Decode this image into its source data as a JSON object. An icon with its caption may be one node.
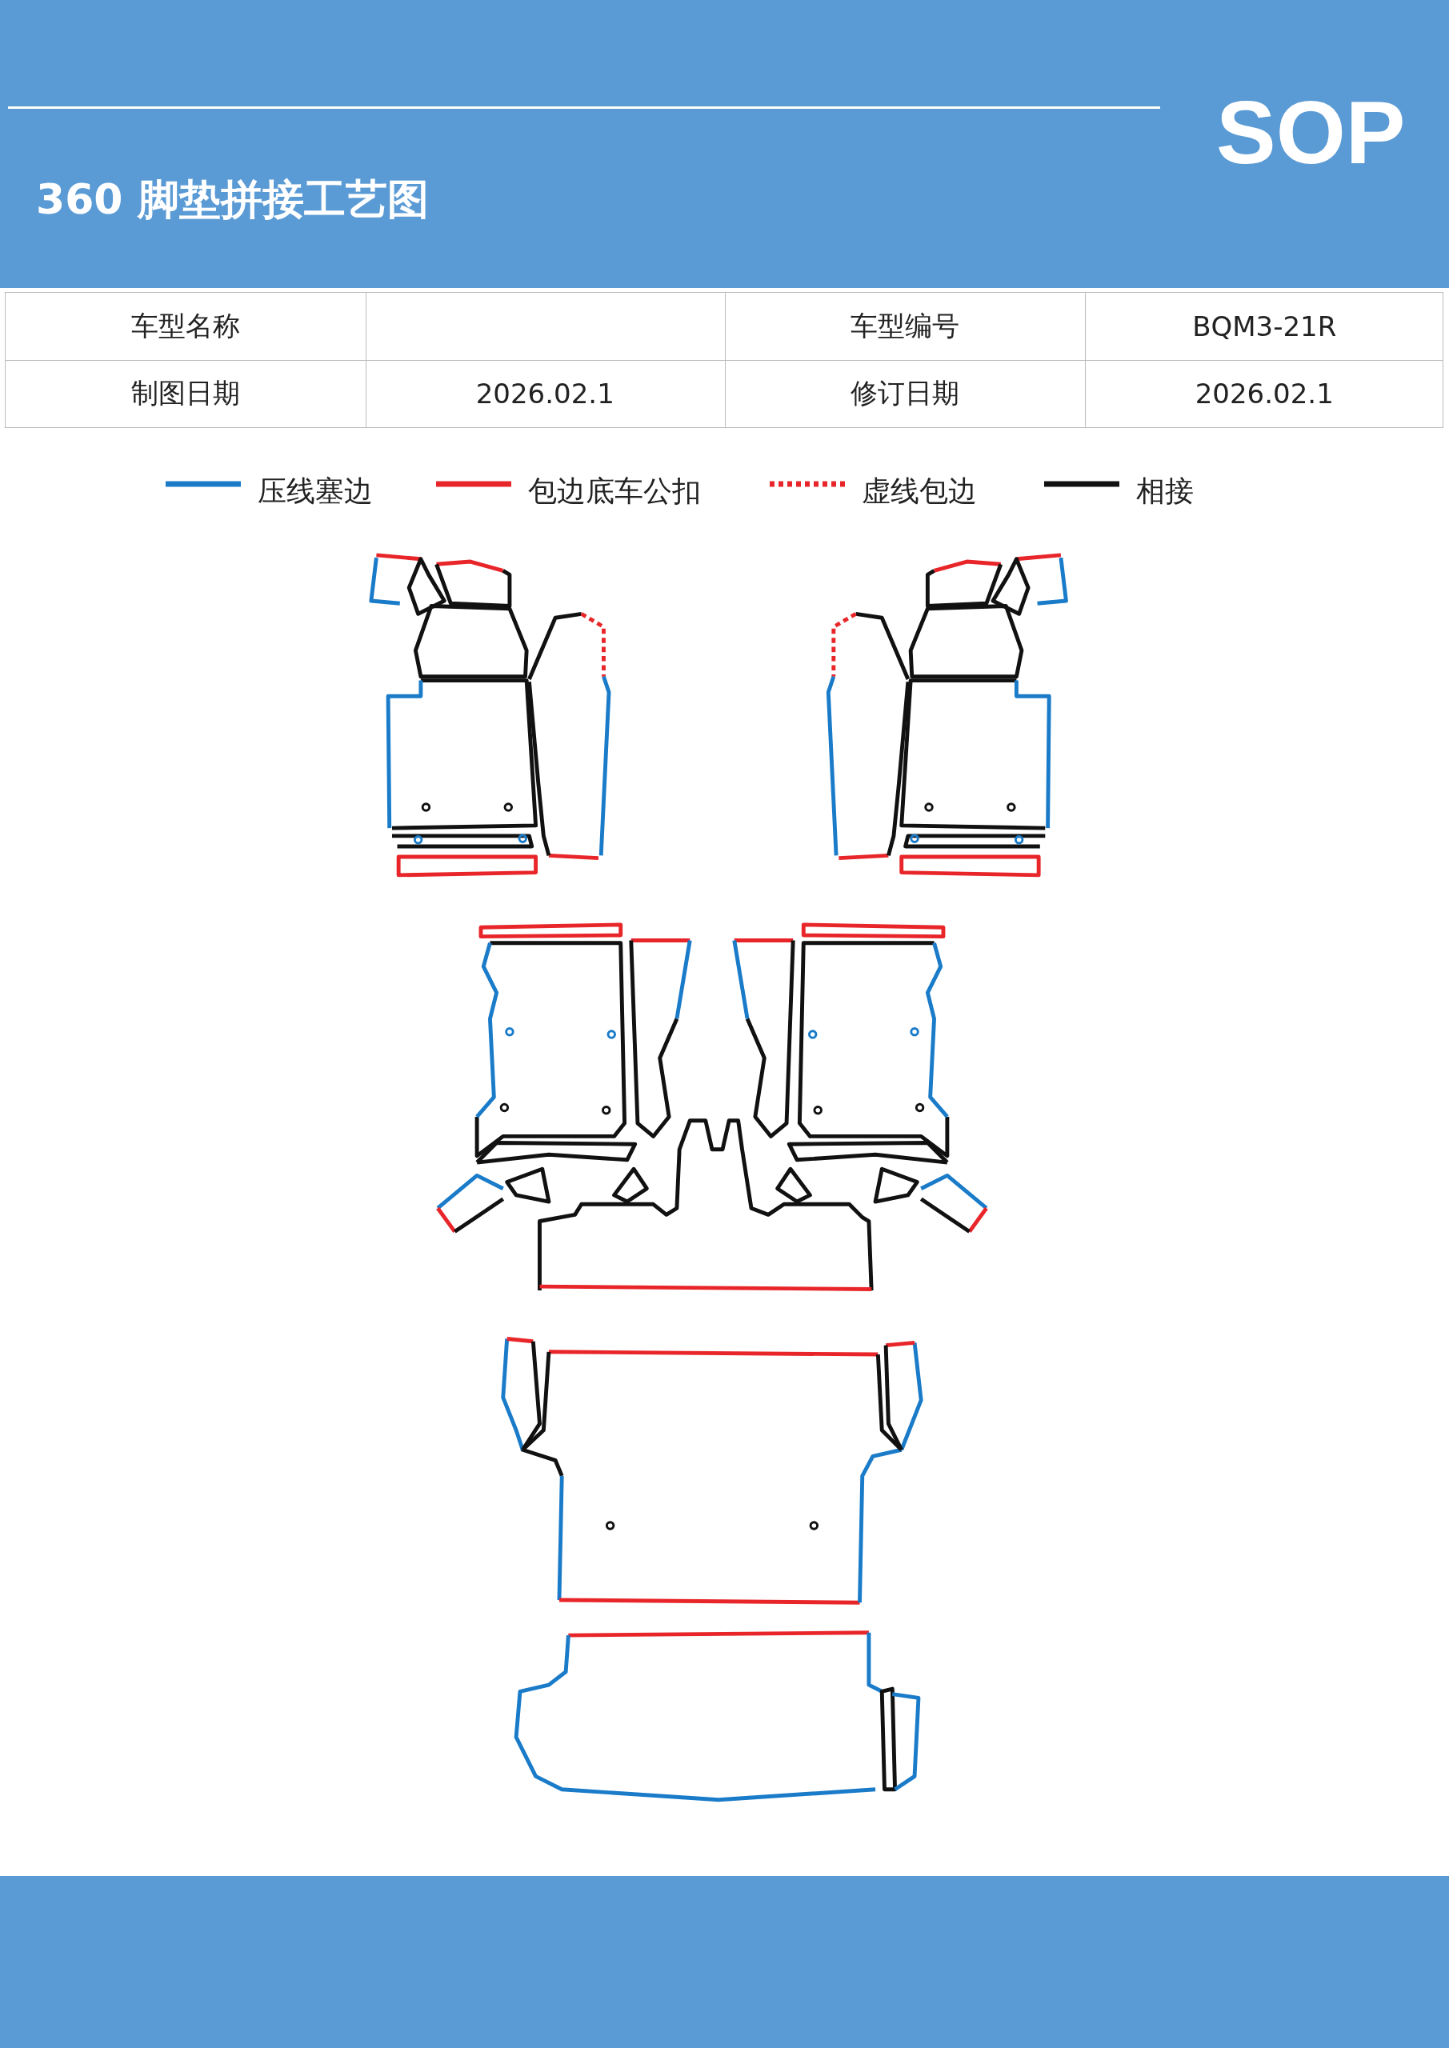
{
  "diagram": {
    "title": "360 脚垫拼接工艺图",
    "labels": [
      "SOP",
      "车型名称",
      "车型编号",
      "BQM3-21R",
      "制图日期",
      "2026.02.1",
      "修订日期",
      "2026.02.1"
    ],
    "legend": [
      {
        "text": "压线塞边"
      },
      {
        "text": "包边底车公扣"
      },
      {
        "text": "虚线包边"
      },
      {
        "text": "相接"
      }
    ]
  }
}
